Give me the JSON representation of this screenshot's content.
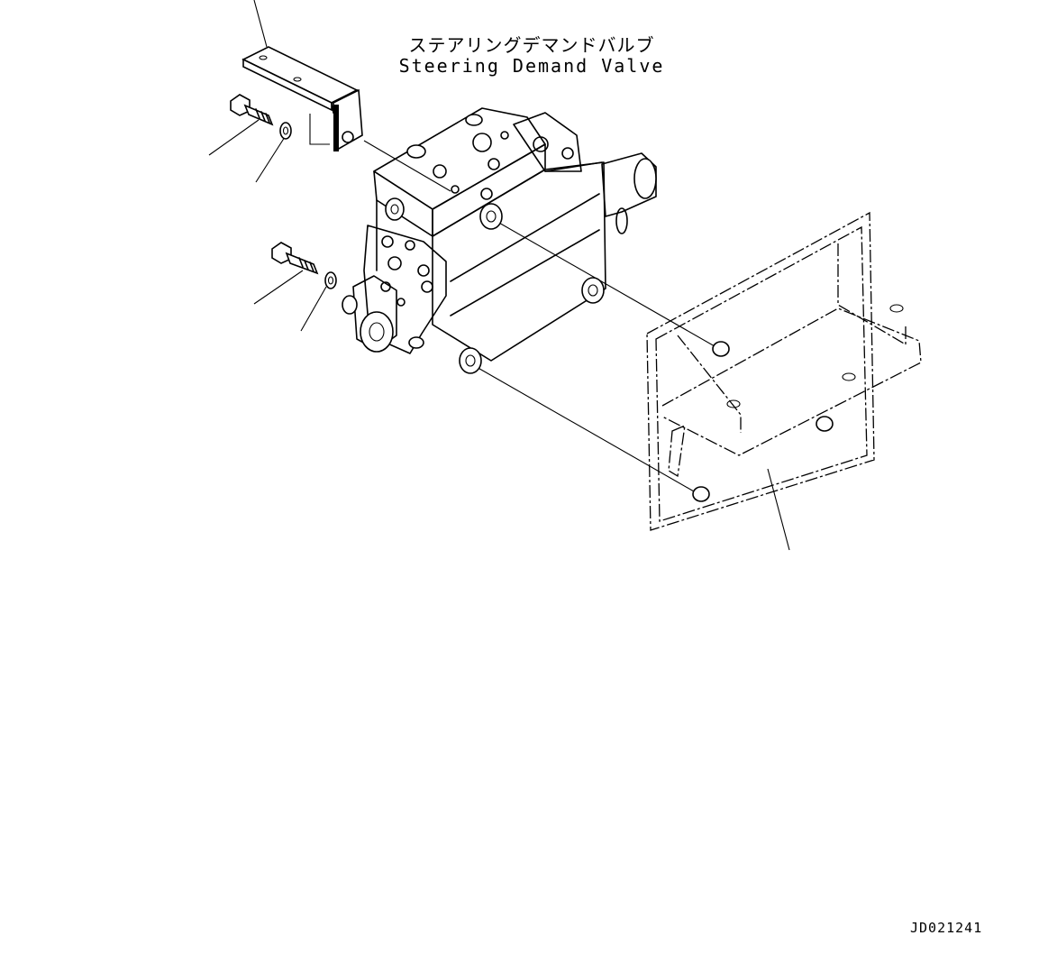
{
  "title_jp": "ステアリングデマンドバルブ",
  "title_en": "Steering Demand Valve",
  "drawing_number": "JD021241",
  "parts": [
    {
      "icon": "bracket-icon"
    },
    {
      "icon": "bolt-icon"
    },
    {
      "icon": "washer-icon"
    },
    {
      "icon": "bolt-icon"
    },
    {
      "icon": "washer-icon"
    },
    {
      "icon": "valve-icon"
    },
    {
      "icon": "mount-plate-icon"
    }
  ]
}
